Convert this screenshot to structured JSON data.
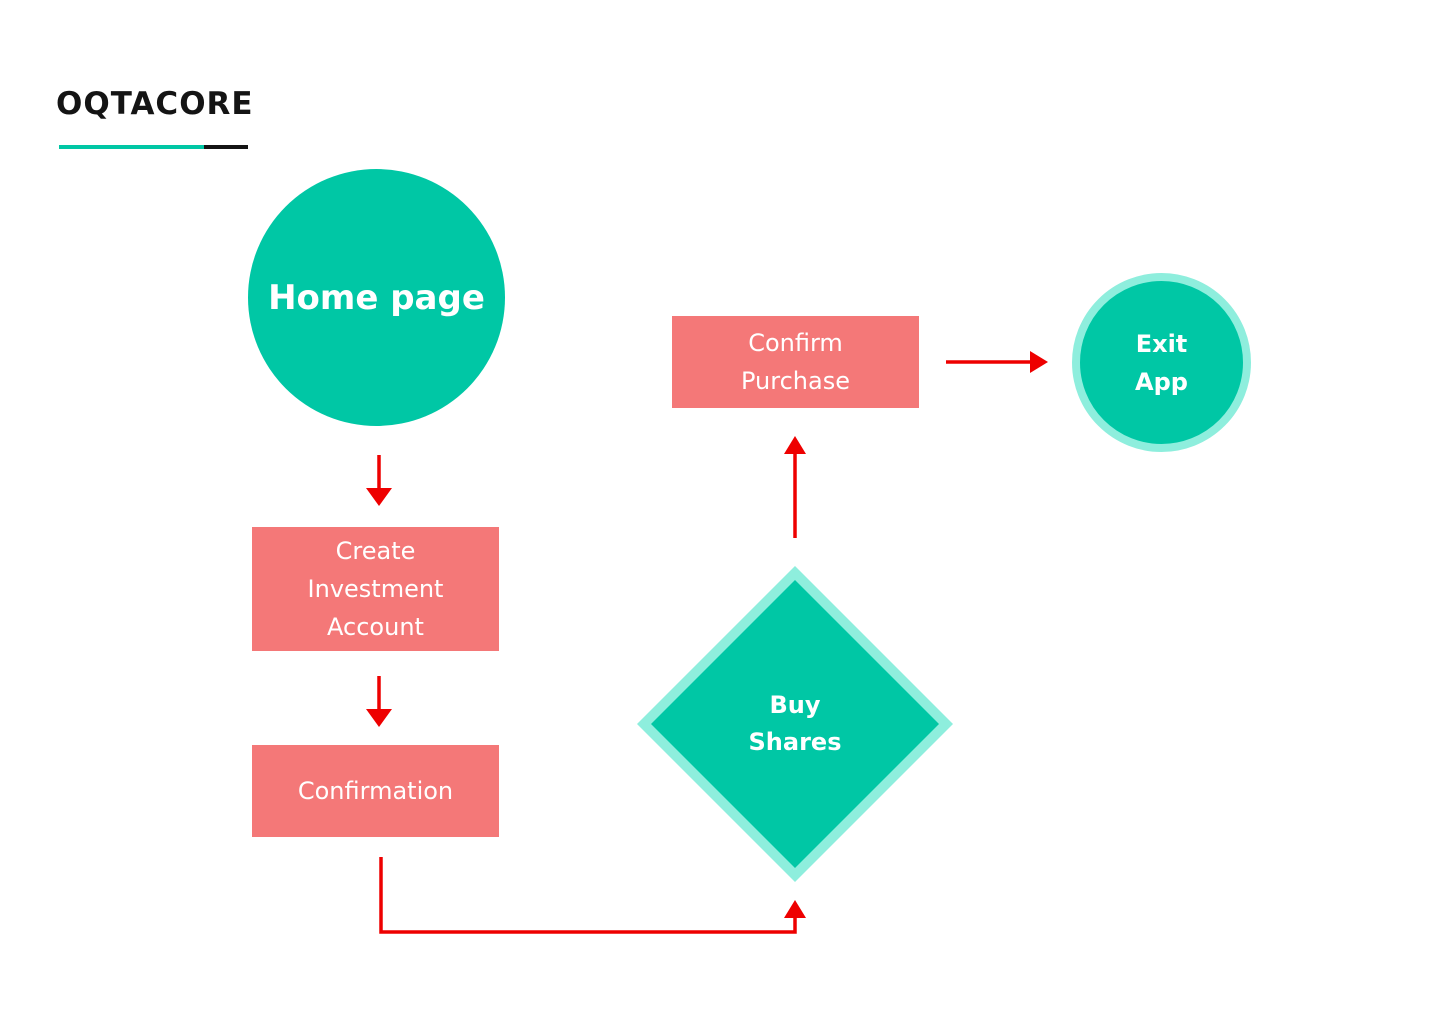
{
  "brand": {
    "name": "OQTACORE"
  },
  "colors": {
    "teal": "#00c7a5",
    "teal_light": "#8eeedd",
    "salmon": "#f47878",
    "arrow": "#ee0000",
    "logo_dark": "#141414"
  },
  "nodes": {
    "home": {
      "label": "Home page",
      "shape": "circle"
    },
    "create_account": {
      "label": "Create\nInvestment\nAccount",
      "shape": "rectangle"
    },
    "confirmation": {
      "label": "Confirmation",
      "shape": "rectangle"
    },
    "buy_shares": {
      "label": "Buy\nShares",
      "shape": "diamond"
    },
    "confirm_purchase": {
      "label": "Confirm\nPurchase",
      "shape": "rectangle"
    },
    "exit_app": {
      "label": "Exit\nApp",
      "shape": "circle"
    }
  },
  "edges": [
    {
      "from": "Home page",
      "to": "Create Investment Account"
    },
    {
      "from": "Create Investment Account",
      "to": "Confirmation"
    },
    {
      "from": "Confirmation",
      "to": "Buy Shares"
    },
    {
      "from": "Buy Shares",
      "to": "Confirm Purchase"
    },
    {
      "from": "Confirm Purchase",
      "to": "Exit App"
    }
  ]
}
